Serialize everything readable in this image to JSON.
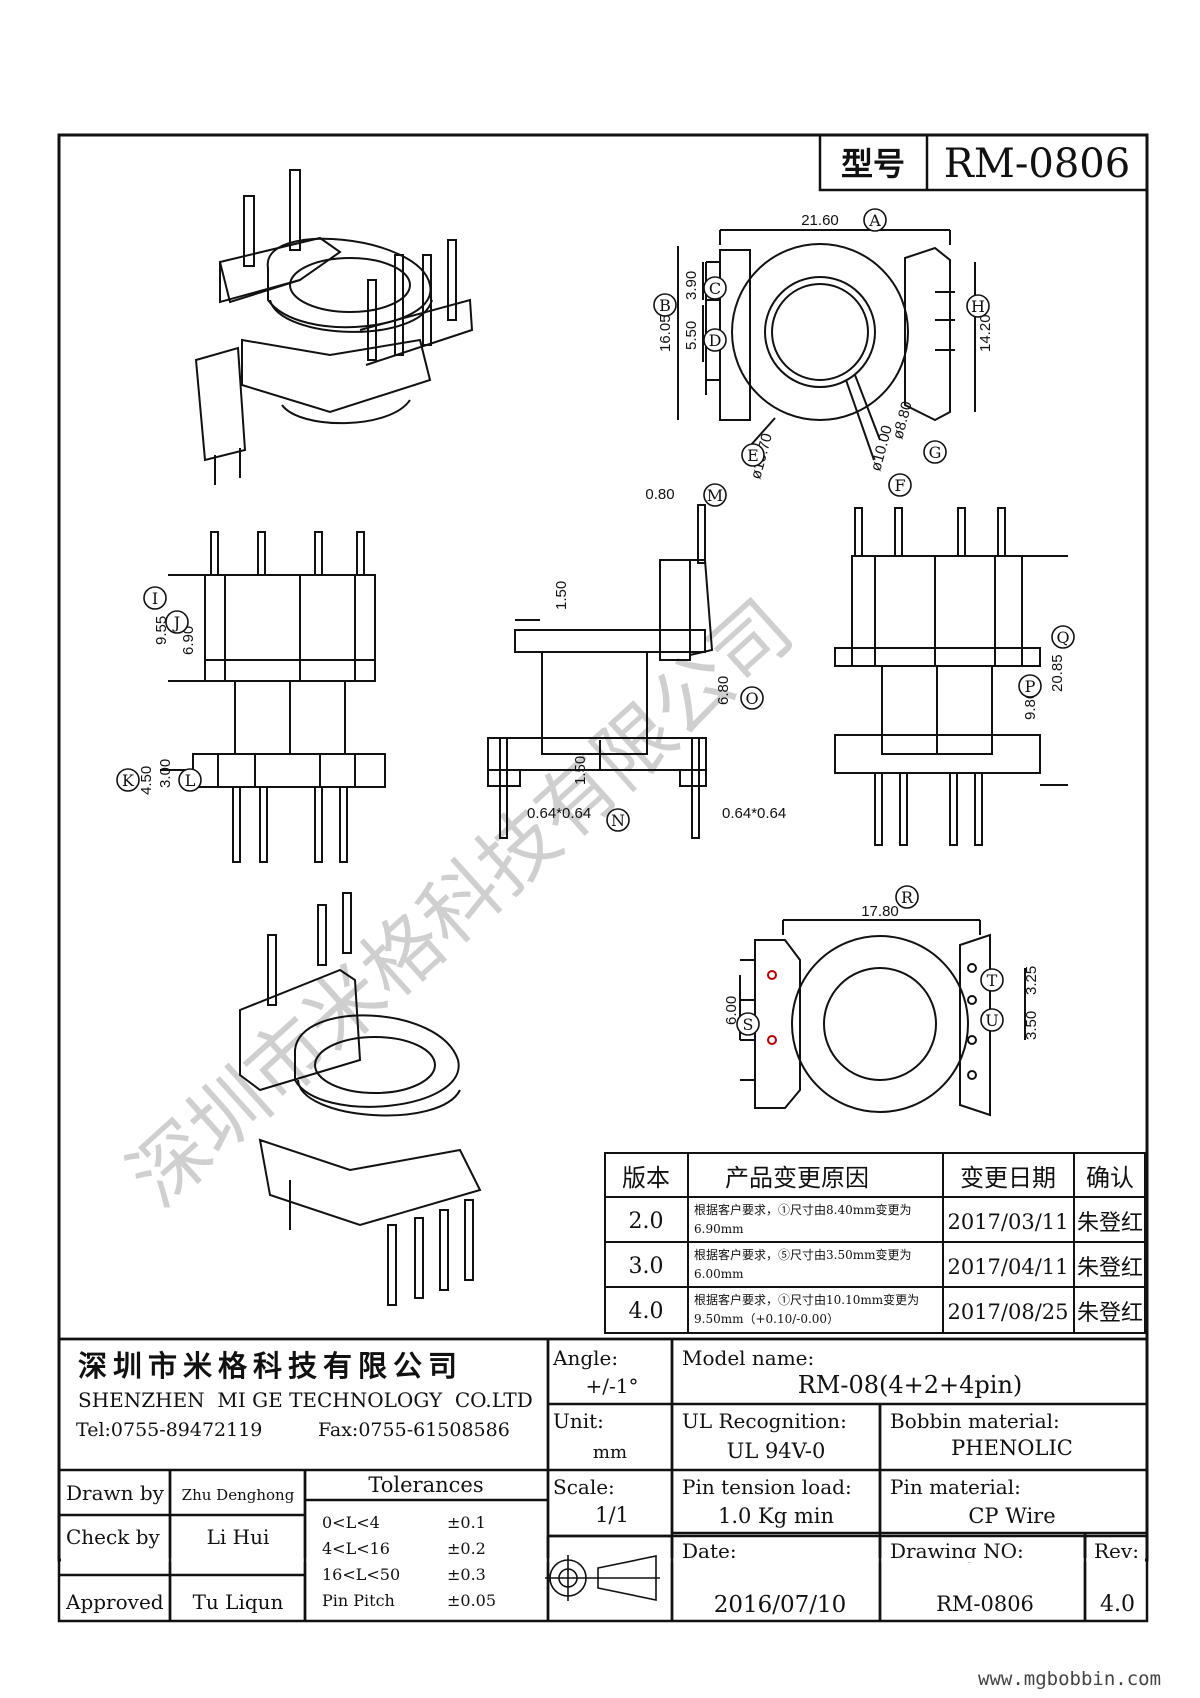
{
  "header": {
    "model_label": "型号",
    "model_value": "RM-0806"
  },
  "watermark": "深圳市米格科技有限公司",
  "dimensions": {
    "top": {
      "width": "21.60",
      "h1": "16.05",
      "h2": "3.90",
      "h3": "5.50",
      "h4": "14.20",
      "d1": "ø16.70",
      "d2": "ø10.00",
      "d3": "ø8.80"
    },
    "front": {
      "i": "9.55",
      "j": "6.90",
      "k": "4.50",
      "l": "3.00"
    },
    "section": {
      "m": "0.80",
      "a": "1.50",
      "o": "6.80",
      "b": "1.50",
      "n": "0.64*0.64",
      "pin": "0.64*0.64"
    },
    "side": {
      "q": "20.85",
      "p": "9.80"
    },
    "bottom": {
      "r": "17.80",
      "s": "6.00",
      "t": "3.25",
      "u": "3.50"
    }
  },
  "callouts": [
    "A",
    "B",
    "C",
    "D",
    "E",
    "F",
    "G",
    "H",
    "I",
    "J",
    "K",
    "L",
    "M",
    "N",
    "O",
    "P",
    "Q",
    "R",
    "S",
    "T",
    "U"
  ],
  "revision_table": {
    "headers": [
      "版本",
      "产品变更原因",
      "变更日期",
      "确认"
    ],
    "rows": [
      {
        "ver": "2.0",
        "reason1": "根据客户要求，①尺寸由8.40mm变更为",
        "reason2": "6.90mm",
        "date": "2017/03/11",
        "confirm": "朱登红"
      },
      {
        "ver": "3.0",
        "reason1": "根据客户要求，⑤尺寸由3.50mm变更为",
        "reason2": "6.00mm",
        "date": "2017/04/11",
        "confirm": "朱登红"
      },
      {
        "ver": "4.0",
        "reason1": "根据客户要求，①尺寸由10.10mm变更为",
        "reason2": "9.50mm（+0.10/-0.00）",
        "date": "2017/08/25",
        "confirm": "朱登红"
      }
    ]
  },
  "company": {
    "name_cn": "深圳市米格科技有限公司",
    "name_en": "SHENZHEN  MI GE TECHNOLOGY  CO.LTD",
    "tel": "Tel:0755-89472119",
    "fax": "Fax:0755-61508586"
  },
  "title_block": {
    "angle_label": "Angle:",
    "angle_value": "+/-1°",
    "model_label": "Model name:",
    "model_value": "RM-08(4+2+4pin)",
    "unit_label": "Unit:",
    "unit_value": "mm",
    "ul_label": "UL Recognition:",
    "ul_value": "UL 94V-0",
    "bobbin_label": "Bobbin material:",
    "bobbin_value": "PHENOLIC",
    "scale_label": "Scale:",
    "scale_value": "1/1",
    "tension_label": "Pin tension load:",
    "tension_value": "1.0 Kg min",
    "pinmat_label": "Pin material:",
    "pinmat_value": "CP Wire",
    "date_label": "Date:",
    "date_value": "2016/07/10",
    "drawing_label": "Drawing NO:",
    "drawing_value": "RM-0806",
    "rev_label": "Rev:",
    "rev_value": "4.0",
    "drawn_label": "Drawn by",
    "drawn_value": "Zhu Denghong",
    "check_label": "Check by",
    "check_value": "Li Hui",
    "approved_label": "Approved",
    "approved_value": "Tu Liqun",
    "tolerances_title": "Tolerances",
    "tolerances": [
      {
        "range": "0<L<4",
        "tol": "±0.1"
      },
      {
        "range": "4<L<16",
        "tol": "±0.2"
      },
      {
        "range": "16<L<50",
        "tol": "±0.3"
      },
      {
        "range": "Pin Pitch",
        "tol": "±0.05"
      }
    ]
  },
  "website": "www.mgbobbin.com"
}
